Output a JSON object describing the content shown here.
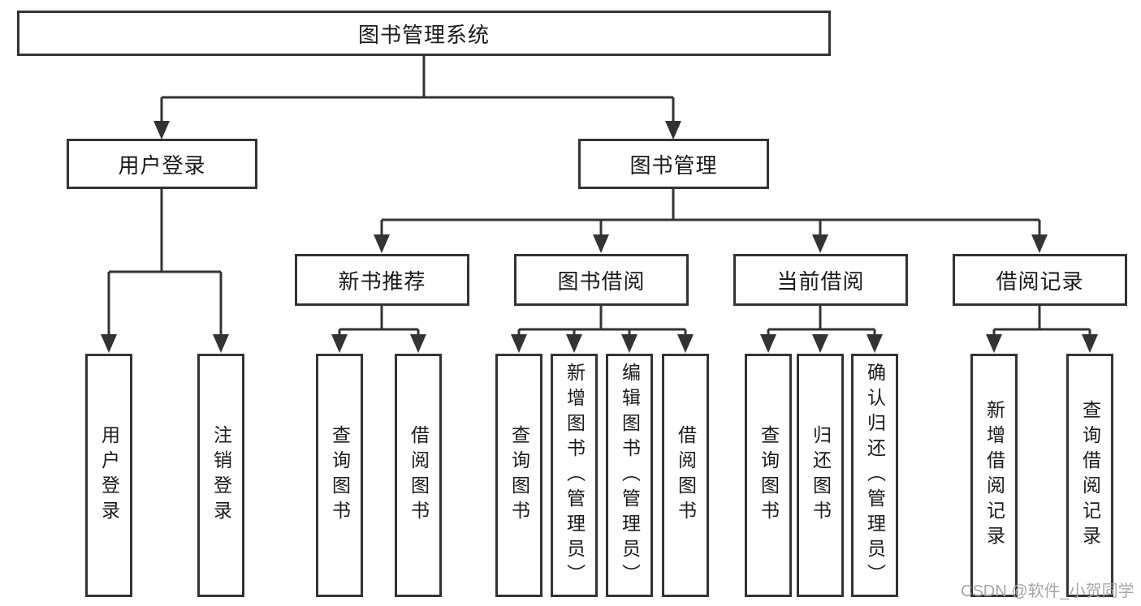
{
  "diagram": {
    "root": "图书管理系统",
    "nodes": {
      "user_login": "用户登录",
      "book_mgmt": "图书管理",
      "new_books": "新书推荐",
      "book_borrow": "图书借阅",
      "current_borrow": "当前借阅",
      "borrow_records": "借阅记录"
    },
    "leaves": {
      "login": "用户登录",
      "logout": "注销登录",
      "nb_query": "查询图书",
      "nb_borrow": "借阅图书",
      "bb_query": "查询图书",
      "bb_add": "新增图书（管理员）",
      "bb_edit": "编辑图书（管理员）",
      "bb_borrow": "借阅图书",
      "cb_query": "查询图书",
      "cb_return": "归还图书",
      "cb_confirm": "确认归还（管理员）",
      "br_add": "新增借阅记录",
      "br_query": "查询借阅记录"
    }
  },
  "watermark": {
    "text": "CSDN @软件_小贺同学"
  },
  "colors": {
    "line": "#333333",
    "text": "#1a1a1a",
    "watermark": "#a6a6a6",
    "background": "#ffffff"
  }
}
